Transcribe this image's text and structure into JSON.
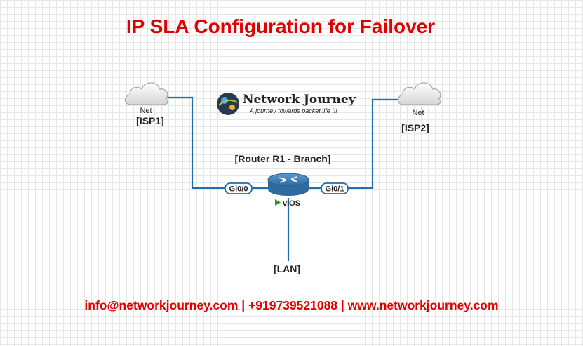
{
  "title": "IP SLA Configuration for Failover",
  "logo": {
    "name": "Network Journey",
    "tagline": "A journey towards packet life !!!"
  },
  "nodes": {
    "isp1": {
      "cloud_label": "Net",
      "name": "[ISP1]"
    },
    "isp2": {
      "cloud_label": "Net",
      "name": "[ISP2]"
    },
    "router": {
      "name": "[Router R1 - Branch]",
      "status": "vIOS",
      "status_color": "#1aa01a"
    },
    "lan": {
      "name": "[LAN]"
    }
  },
  "interfaces": {
    "left": "Gi0/0",
    "right": "Gi0/1"
  },
  "colors": {
    "link": "#1f6fb2",
    "accent": "#e00000",
    "router_body": "#3b7fb6"
  },
  "footer": "info@networkjourney.com | +919739521088 | www.networkjourney.com"
}
